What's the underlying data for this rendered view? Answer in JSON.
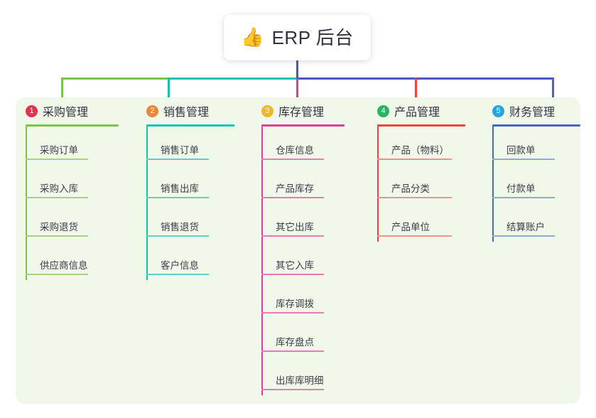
{
  "root": {
    "icon": "thumbs-up-icon",
    "icon_glyph": "👍",
    "title": "ERP 后台"
  },
  "palette": {
    "panel_bg": "#eff8e9",
    "page_bg": "#ffffff",
    "root_stem": "#4a56c4",
    "text": "#2f3340"
  },
  "columns": [
    {
      "number": "1",
      "title": "采购管理",
      "badge_color": "#e8304f",
      "line_color": "#7dc24b",
      "item_line_color": "#a9cf80",
      "items": [
        {
          "label": "采购订单"
        },
        {
          "label": "采购入库"
        },
        {
          "label": "采购退货"
        },
        {
          "label": "供应商信息"
        }
      ]
    },
    {
      "number": "2",
      "title": "销售管理",
      "badge_color": "#f08437",
      "line_color": "#0fc4ad",
      "item_line_color": "#5fcfc4",
      "items": [
        {
          "label": "销售订单"
        },
        {
          "label": "销售出库"
        },
        {
          "label": "销售退货"
        },
        {
          "label": "客户信息"
        }
      ]
    },
    {
      "number": "3",
      "title": "库存管理",
      "badge_color": "#f0b726",
      "line_color": "#e5399b",
      "item_line_color": "#e87bb4",
      "items": [
        {
          "label": "仓库信息"
        },
        {
          "label": "产品库存"
        },
        {
          "label": "其它出库"
        },
        {
          "label": "其它入库"
        },
        {
          "label": "库存调拨"
        },
        {
          "label": "库存盘点"
        },
        {
          "label": "出库库明细"
        }
      ]
    },
    {
      "number": "4",
      "title": "产品管理",
      "badge_color": "#25b565",
      "line_color": "#f2423f",
      "item_line_color": "#f2918b",
      "items": [
        {
          "label": "产品（物料）"
        },
        {
          "label": "产品分类"
        },
        {
          "label": "产品单位"
        }
      ]
    },
    {
      "number": "5",
      "title": "财务管理",
      "badge_color": "#27a3dd",
      "line_color": "#4a63c8",
      "item_line_color": "#94a8e0",
      "items": [
        {
          "label": "回款单"
        },
        {
          "label": "付款单"
        },
        {
          "label": "结算账户"
        }
      ]
    }
  ],
  "connectors": {
    "root_stem_color": "#4a56c4",
    "bus_segments": [
      {
        "color": "#7dc24b"
      },
      {
        "color": "#0fc4ad"
      },
      {
        "color": "#4a56c4"
      },
      {
        "color": "#4a56c4"
      }
    ],
    "drops": [
      {
        "color": "#7dc24b"
      },
      {
        "color": "#0fc4ad"
      },
      {
        "color": "#e5399b"
      },
      {
        "color": "#f2423f"
      },
      {
        "color": "#4a63c8"
      }
    ]
  }
}
